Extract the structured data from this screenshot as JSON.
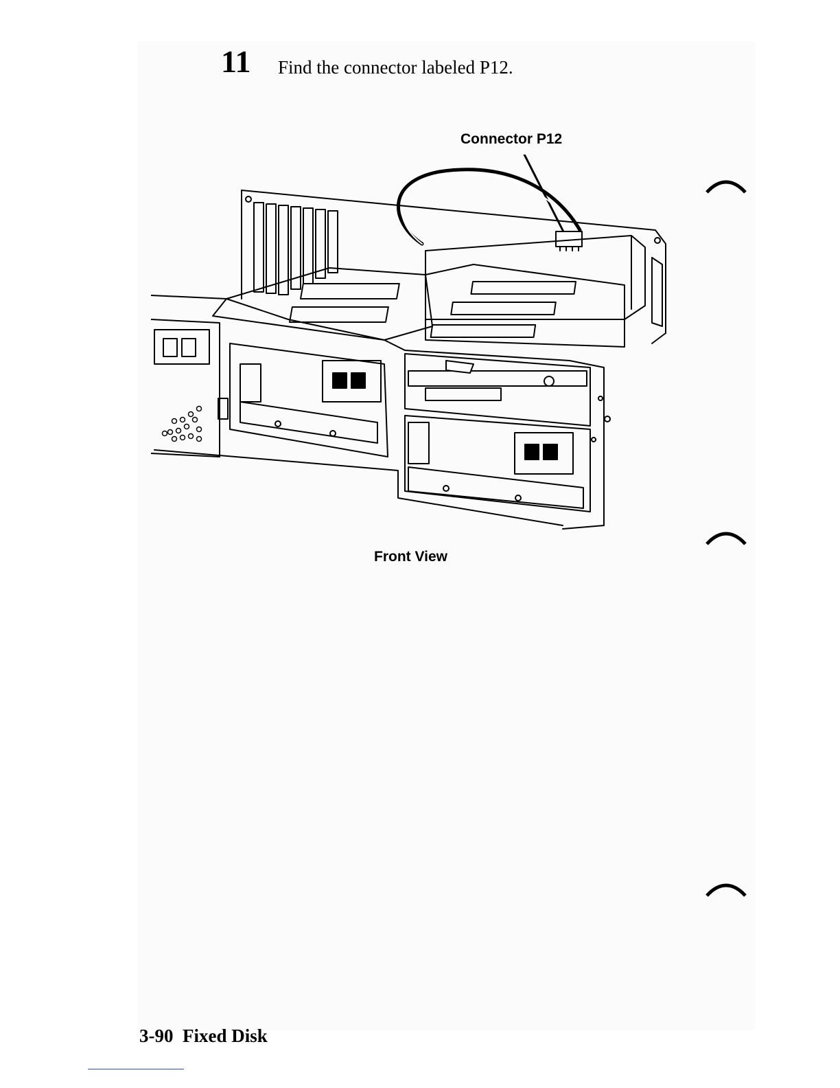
{
  "step": {
    "number": "11",
    "instruction": "Find the connector labeled P12."
  },
  "figure": {
    "callout": "Connector P12",
    "caption": "Front View"
  },
  "footer": {
    "page_number": "3-90",
    "section": "Fixed Disk"
  }
}
